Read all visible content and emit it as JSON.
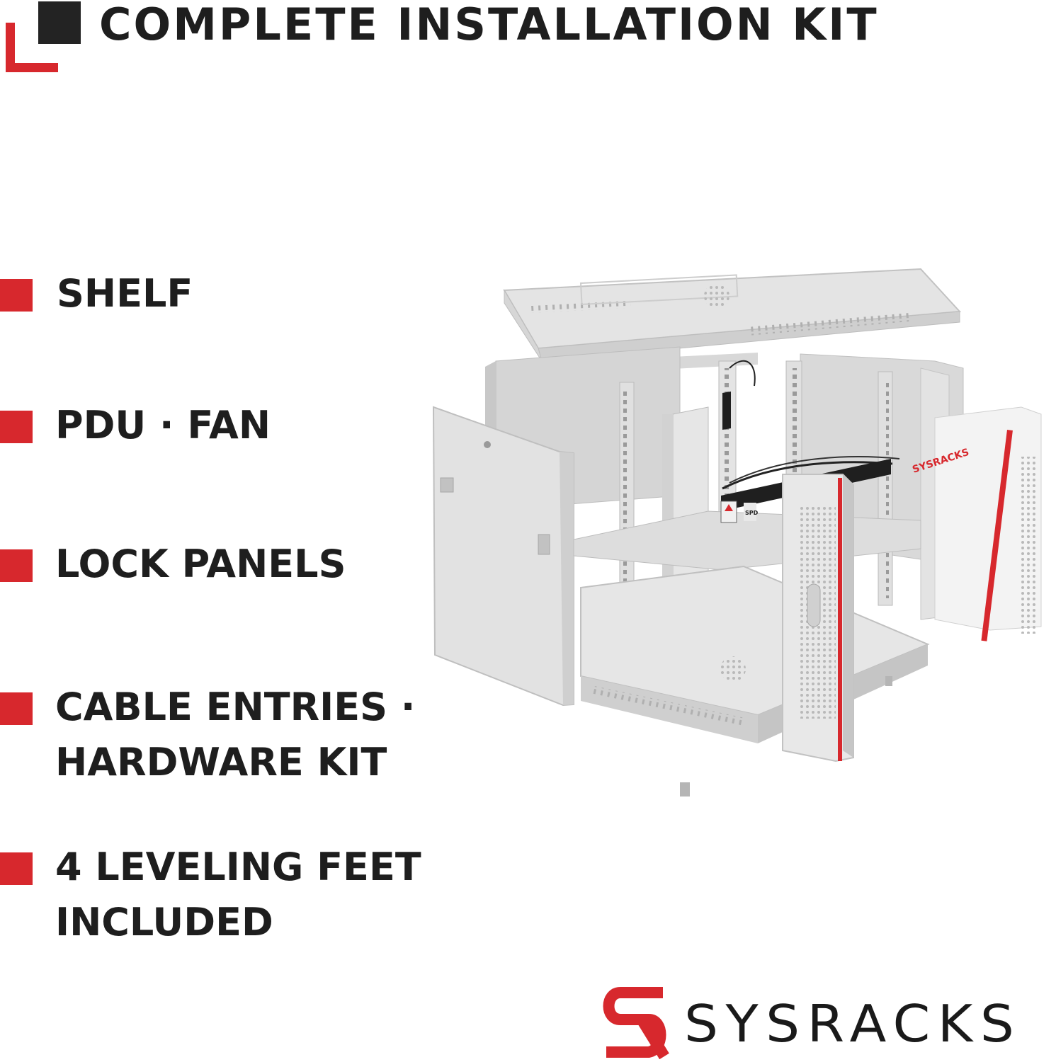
{
  "header": {
    "title": "COMPLETE INSTALLATION KIT"
  },
  "features": [
    {
      "lines": [
        "SHELF"
      ]
    },
    {
      "lines": [
        "PDU · FAN"
      ]
    },
    {
      "lines": [
        "LOCK PANELS"
      ]
    },
    {
      "lines": [
        "CABLE ENTRIES ·",
        "HARDWARE KIT"
      ]
    },
    {
      "lines": [
        "4 LEVELING FEET",
        "INCLUDED"
      ]
    }
  ],
  "product": {
    "logo_text": "SYSRACKS",
    "pdu_label": "SPD"
  },
  "brand": {
    "name": "SYSRACKS"
  },
  "colors": {
    "accent": "#d7282d",
    "text": "#1e1e1e",
    "dark_square": "#232323",
    "panel": "#dcdcdc"
  }
}
